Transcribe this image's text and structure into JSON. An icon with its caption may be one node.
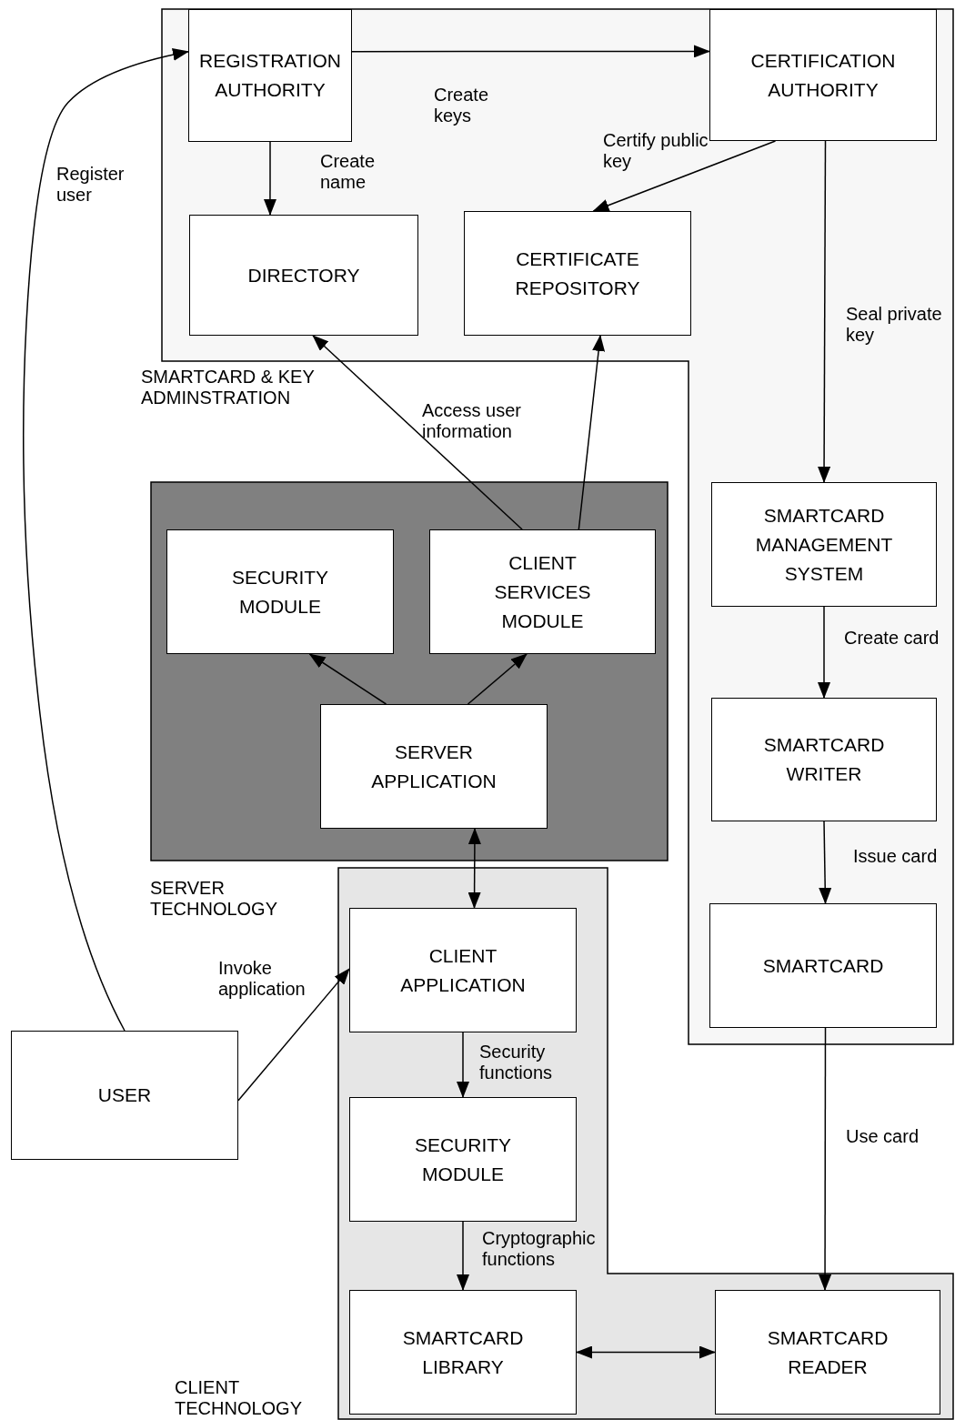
{
  "diagram": {
    "nodes": [
      {
        "text": [
          "SMARTCARD & KEY ADMINSTRATION"
        ]
      },
      {
        "text": [
          "REGISTRATION AUTHORITY"
        ],
        "in": 0
      },
      {
        "text": [
          "CERTIFICATION AUTHORITY"
        ],
        "in": 0
      },
      {
        "text": [
          "DIRECTORY"
        ],
        "in": 0
      },
      {
        "text": [
          "CERTIFICATE REPOSITORY"
        ],
        "in": 0
      },
      {
        "text": [
          "SMARTCARD MANAGEMENT SYSTEM"
        ],
        "in": 0
      },
      {
        "text": [
          "SMARTCARD WRITER"
        ],
        "in": 0
      },
      {
        "text": [
          "SMARTCARD"
        ],
        "in": 0
      },
      {
        "text": [
          "SERVER TECHNOLOGY"
        ]
      },
      {
        "text": [
          "SECURITY MODULE"
        ],
        "in": 8
      },
      {
        "text": [
          "CLIENT SERVICES MODULE"
        ],
        "in": 8
      },
      {
        "text": [
          "SERVER APPLICATION"
        ],
        "in": 8
      },
      {
        "text": [
          "CLIENT TECHNOLOGY"
        ]
      },
      {
        "text": [
          "CLIENT APPLICATION"
        ],
        "in": 12
      },
      {
        "text": [
          "SECURITY MODULE"
        ],
        "in": 12
      },
      {
        "text": [
          "SMARTCARD LIBRARY"
        ],
        "in": 12
      },
      {
        "text": [
          "SMARTCARD READER"
        ],
        "in": 12
      },
      {
        "text": [
          "USER"
        ]
      }
    ],
    "edges": [
      {
        "from": 1,
        "to": 2,
        "arrow": "to",
        "label": "Create keys"
      },
      {
        "from": 1,
        "to": 3,
        "arrow": "to",
        "label": "Create name"
      },
      {
        "from": 2,
        "to": 4,
        "arrow": "to",
        "label": "Certify public key"
      },
      {
        "from": 2,
        "to": 5,
        "arrow": "to",
        "label": "Seal private key"
      },
      {
        "from": 10,
        "to": 3,
        "arrow": "to",
        "label": "Access user information"
      },
      {
        "from": 10,
        "to": 4,
        "arrow": "to"
      },
      {
        "from": 5,
        "to": 6,
        "arrow": "to",
        "label": "Create card"
      },
      {
        "from": 6,
        "to": 7,
        "arrow": "to",
        "label": "Issue card"
      },
      {
        "from": 7,
        "to": 16,
        "arrow": "to",
        "label": "Use card"
      },
      {
        "from": 11,
        "to": 9,
        "arrow": "to"
      },
      {
        "from": 11,
        "to": 10,
        "arrow": "to"
      },
      {
        "from": 11,
        "to": 13,
        "arrow": "both"
      },
      {
        "from": 17,
        "to": 1,
        "arrow": "to",
        "label": "Register user"
      },
      {
        "from": 17,
        "to": 13,
        "arrow": "to",
        "label": "Invoke application"
      },
      {
        "from": 13,
        "to": 14,
        "arrow": "to",
        "label": "Security functions"
      },
      {
        "from": 14,
        "to": 15,
        "arrow": "to",
        "label": "Cryptographic functions"
      },
      {
        "from": 15,
        "to": 16,
        "arrow": "both"
      }
    ]
  }
}
